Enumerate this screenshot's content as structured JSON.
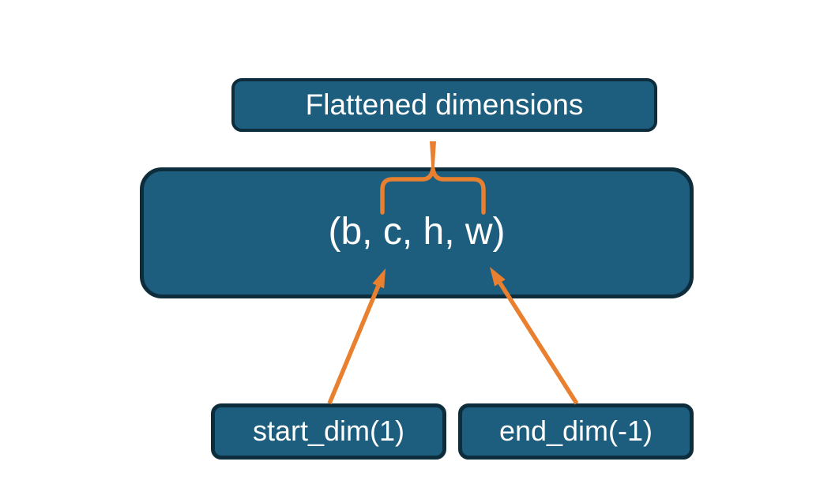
{
  "colors": {
    "background": "#ffffff",
    "node_fill": "#1d5d7e",
    "node_border": "#0d2c3c",
    "node_text": "#ffffff",
    "connector_orange": "#e8802f"
  },
  "nodes": {
    "flattened": {
      "label": "Flattened dimensions"
    },
    "tensor": {
      "label": "(b, c, h, w)"
    },
    "start_dim": {
      "label": "start_dim(1)"
    },
    "end_dim": {
      "label": "end_dim(-1)"
    }
  }
}
